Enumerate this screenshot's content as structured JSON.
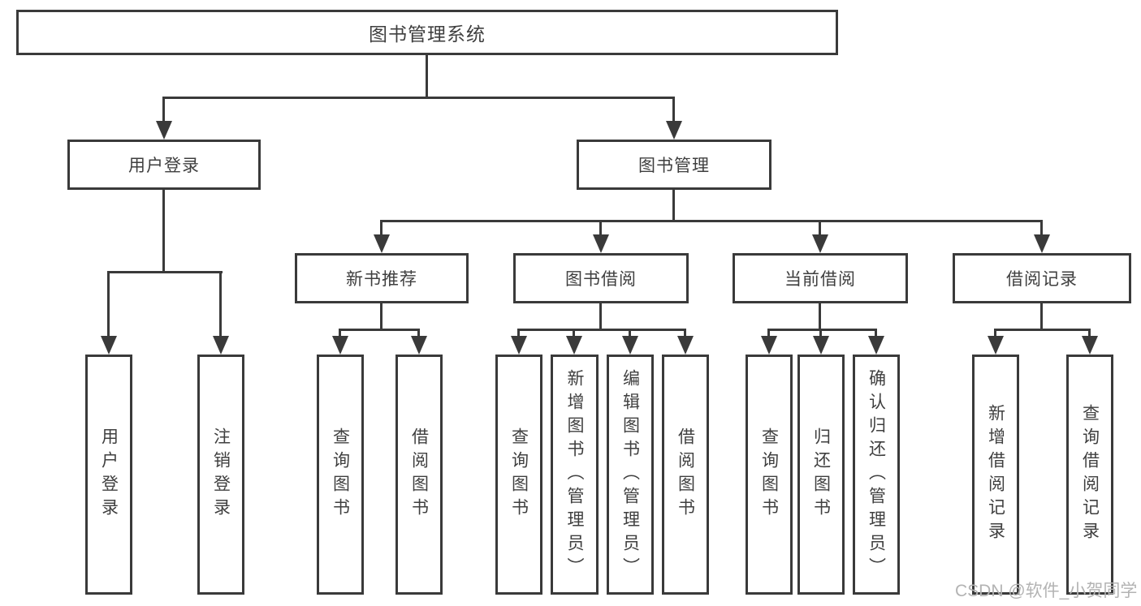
{
  "diagram": {
    "tree": {
      "label": "图书管理系统",
      "children": [
        {
          "label": "用户登录",
          "children": [
            {
              "label": "用户登录"
            },
            {
              "label": "注销登录"
            }
          ]
        },
        {
          "label": "图书管理",
          "children": [
            {
              "label": "新书推荐",
              "children": [
                {
                  "label": "查询图书"
                },
                {
                  "label": "借阅图书"
                }
              ]
            },
            {
              "label": "图书借阅",
              "children": [
                {
                  "label": "查询图书"
                },
                {
                  "label": "新增图书（管理员）"
                },
                {
                  "label": "编辑图书（管理员）"
                },
                {
                  "label": "借阅图书"
                }
              ]
            },
            {
              "label": "当前借阅",
              "children": [
                {
                  "label": "查询图书"
                },
                {
                  "label": "归还图书"
                },
                {
                  "label": "确认归还（管理员）"
                }
              ]
            },
            {
              "label": "借阅记录",
              "children": [
                {
                  "label": "新增借阅记录"
                },
                {
                  "label": "查询借阅记录"
                }
              ]
            }
          ]
        }
      ]
    },
    "watermark": "CSDN @软件_小贺同学",
    "colors": {
      "line": "#3a3a3a",
      "box_border": "#3a3a3a",
      "box_fill": "#ffffff",
      "text": "#3f3f3f",
      "watermark": "#b3b3b3",
      "background": "#ffffff"
    }
  }
}
